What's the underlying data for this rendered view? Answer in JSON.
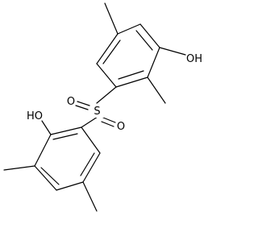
{
  "molecule": {
    "atoms": {
      "oh_top": "OH",
      "oh_bottom": "HO",
      "sulfur": "S",
      "oxygen_upper": "O",
      "oxygen_lower": "O"
    }
  }
}
